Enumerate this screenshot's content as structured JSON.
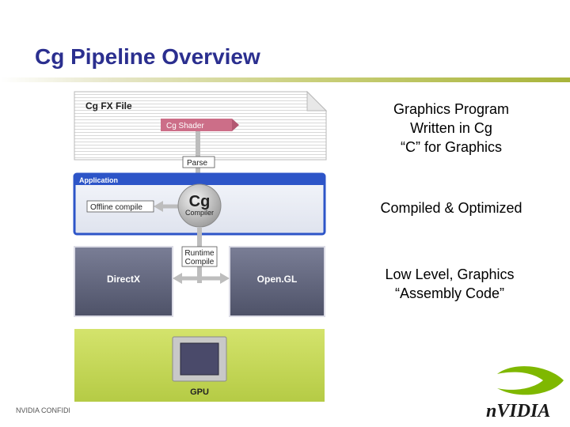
{
  "slide": {
    "title": "Cg Pipeline Overview",
    "footer": "NVIDIA CONFIDENTIAL"
  },
  "diagram": {
    "fx_file": "Cg FX File",
    "shader": "Cg Shader",
    "parse": "Parse",
    "application": "Application",
    "offline_compile": "Offline compile",
    "cg": "Cg",
    "compiler": "Compiler",
    "runtime_line1": "Runtime",
    "runtime_line2": "Compile",
    "directx": "DirectX",
    "opengl": "Open.GL",
    "gpu": "GPU"
  },
  "notes": {
    "program_lines": [
      "Graphics Program",
      "Written in Cg",
      "“C” for Graphics"
    ],
    "compiled": "Compiled & Optimized",
    "low_level_lines": [
      "Low Level, Graphics",
      "“Assembly Code”"
    ]
  },
  "logo": {
    "text": "nVIDIA"
  },
  "colors": {
    "title": "#2b2f8f",
    "app_blue": "#2d55c8",
    "gpu_green": "#c2d65a",
    "api_gray": "#6b6f86"
  }
}
